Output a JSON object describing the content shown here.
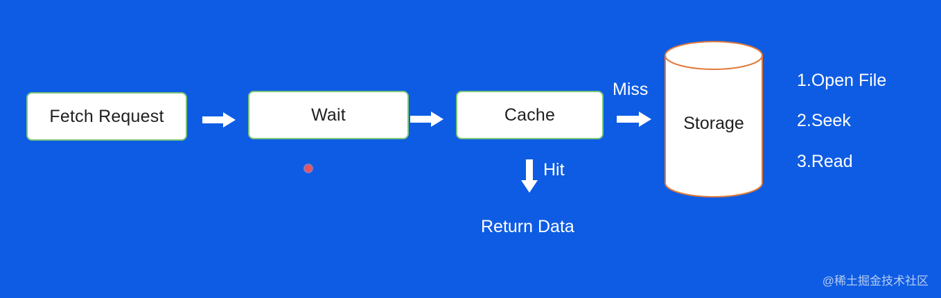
{
  "nodes": {
    "fetch_request": "Fetch Request",
    "wait": "Wait",
    "cache": "Cache",
    "storage": "Storage"
  },
  "edges": {
    "miss": "Miss",
    "hit": "Hit"
  },
  "result": "Return Data",
  "storage_steps": [
    "1.Open File",
    "2.Seek",
    "3.Read"
  ],
  "watermark": "@稀土掘金技术社区",
  "colors": {
    "background": "#0e5ce3",
    "box_fill": "#ffffff",
    "box_border": "#7cc57a",
    "cylinder_border": "#e07a3a",
    "text_on_box": "#1f1f1f",
    "text_on_background": "#ffffff"
  }
}
